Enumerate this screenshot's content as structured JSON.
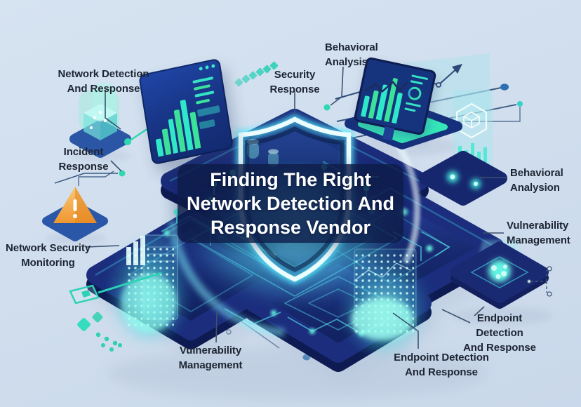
{
  "title": {
    "lines": [
      "Finding The Right",
      "Network Detection And",
      "Response Vendor"
    ]
  },
  "labels": {
    "network_detection_and_response": {
      "lines": [
        "Network Detection",
        "And Response"
      ]
    },
    "behavioral_analysis_top": {
      "lines": [
        "Behavioral",
        "Analysis"
      ]
    },
    "security_response": {
      "lines": [
        "Security",
        "Response"
      ]
    },
    "incident_response": {
      "lines": [
        "Incident",
        "Response"
      ]
    },
    "behavioral_analysion_right": {
      "lines": [
        "Behavioral",
        "Analysion"
      ]
    },
    "vulnerability_management_right": {
      "lines": [
        "Vulnerability",
        "Management"
      ]
    },
    "network_security_monitoring": {
      "lines": [
        "Network Security",
        "Monitoring"
      ]
    },
    "vulnerability_management_bottom": {
      "lines": [
        "Vulnerability",
        "Management"
      ]
    },
    "endpoint_detection_and_response_right": {
      "lines": [
        "Endpoint",
        "Detection",
        "And Response"
      ]
    },
    "endpoint_detection_and_response_bottom": {
      "lines": [
        "Endpoint Detection",
        "And Response"
      ]
    }
  },
  "icons": {
    "shield": "shield-icon",
    "warning": "warning-pyramid-icon",
    "cube": "cube-hologram-icon",
    "dashboard_monitor": "dashboard-monitor-icon",
    "analytics_monitor": "analytics-monitor-icon",
    "trend_chart": "trend-arrow-chart-icon",
    "hexagon_hologram": "hexagon-hologram-icon",
    "chip": "endpoint-chip-icon",
    "tag": "tag-icon",
    "data_towers": "holographic-data-tower-icon"
  },
  "colors": {
    "background": "#d3e0ee",
    "platform_navy": "#1a2c77",
    "platform_dark": "#0e1b52",
    "accent_teal": "#2fe0c0",
    "accent_green": "#3be39a",
    "glow_cyan": "#6df2ff",
    "banner_bg": "rgba(13,27,72,0.84)",
    "title_text": "#ffffff",
    "label_text": "#1d2533",
    "leader_line": "#3d516f",
    "warning_orange": "#f4a340",
    "node_blue": "#2d6fb0"
  }
}
